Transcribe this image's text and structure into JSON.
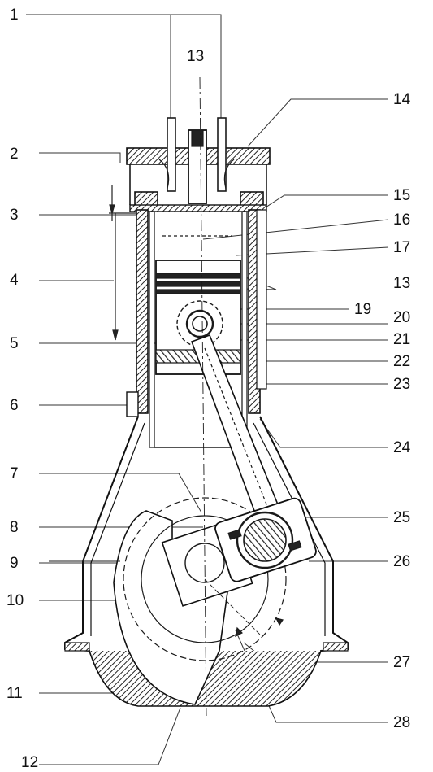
{
  "diagram": {
    "left_labels": [
      "1",
      "2",
      "3",
      "4",
      "5",
      "6",
      "7",
      "8",
      "9",
      "10",
      "11",
      "12"
    ],
    "top_labels": [
      "13"
    ],
    "right_labels": [
      "14",
      "15",
      "16",
      "17",
      "13",
      "19",
      "20",
      "21",
      "22",
      "23",
      "24",
      "25",
      "26",
      "27",
      "28"
    ]
  },
  "colors": {
    "ink": "#1a1a1a",
    "hatch": "#333333",
    "background": "#ffffff"
  }
}
